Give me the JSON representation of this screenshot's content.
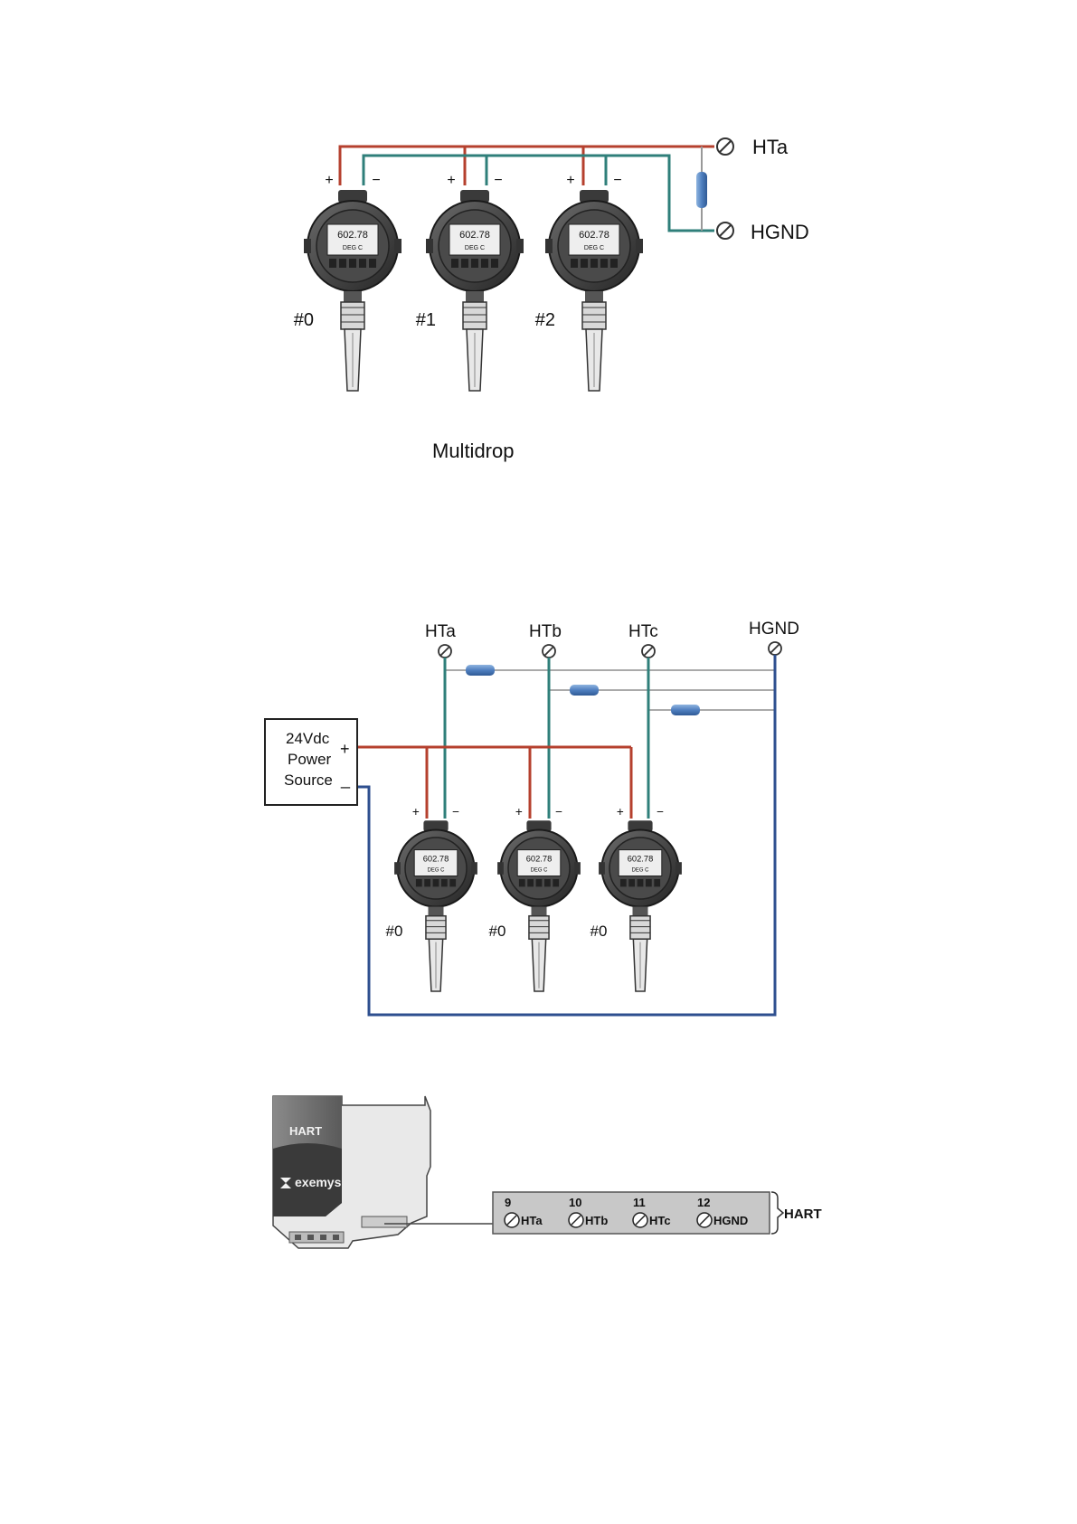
{
  "multidrop": {
    "caption": "Multidrop",
    "terminal_hta": "HTa",
    "terminal_hgnd": "HGND",
    "plus": "+",
    "minus": "−",
    "transmitters": [
      {
        "tag": "#0",
        "reading": "602.78",
        "units": "DEG C"
      },
      {
        "tag": "#1",
        "reading": "602.78",
        "units": "DEG C"
      },
      {
        "tag": "#2",
        "reading": "602.78",
        "units": "DEG C"
      }
    ]
  },
  "pointtopoint": {
    "terminals": [
      "HTa",
      "HTb",
      "HTc",
      "HGND"
    ],
    "power_source": {
      "line1": "24Vdc",
      "line2": "Power",
      "line3": "Source",
      "plus": "+",
      "minus": "_"
    },
    "plus": "+",
    "minus": "−",
    "transmitters": [
      {
        "tag": "#0",
        "reading": "602.78",
        "units": "DEG C"
      },
      {
        "tag": "#0",
        "reading": "602.78",
        "units": "DEG C"
      },
      {
        "tag": "#0",
        "reading": "602.78",
        "units": "DEG C"
      }
    ]
  },
  "device": {
    "module_label": "HART",
    "brand": "exemys",
    "terminal_block_label": "HART",
    "terminals": [
      {
        "number": "9",
        "name": "HTa"
      },
      {
        "number": "10",
        "name": "HTb"
      },
      {
        "number": "11",
        "name": "HTc"
      },
      {
        "number": "12",
        "name": "HGND"
      }
    ]
  },
  "colors": {
    "positive_wire": "#b5402e",
    "signal_wire": "#2f7f7a",
    "return_wire": "#2e4f8f",
    "resistor": "#5b8ec9"
  }
}
